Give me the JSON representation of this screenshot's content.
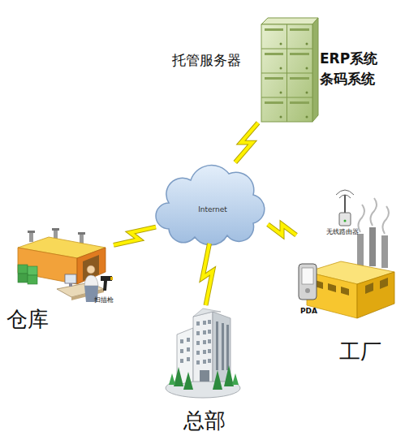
{
  "diagram": {
    "nodes": [
      {
        "text": [
          "托管服务器",
          "ERP系统 条码系统"
        ]
      },
      {
        "text": [
          "Internet"
        ]
      },
      {
        "text": [
          "仓库"
        ]
      },
      {
        "text": [
          "总部"
        ]
      },
      {
        "text": [
          "工厂"
        ]
      }
    ],
    "edges": [
      {
        "from": 1,
        "to": 0,
        "arrow": "none"
      },
      {
        "from": 1,
        "to": 2,
        "arrow": "none"
      },
      {
        "from": 1,
        "to": 3,
        "arrow": "none"
      },
      {
        "from": 1,
        "to": 4,
        "arrow": "none"
      }
    ],
    "labels": [
      "扫描枪",
      "无线路由器",
      "PDA"
    ]
  }
}
